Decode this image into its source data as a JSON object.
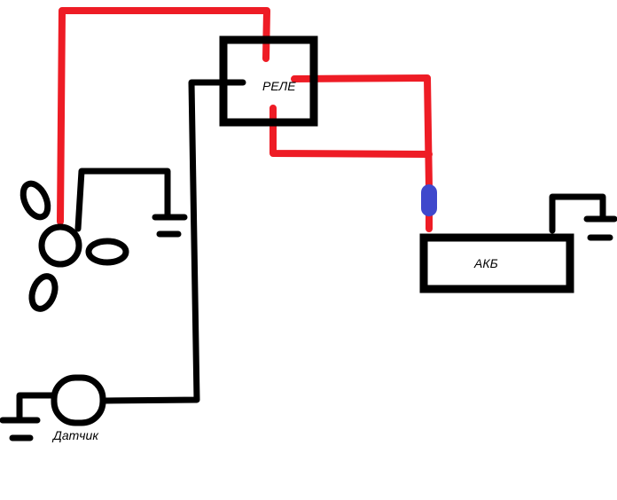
{
  "labels": {
    "relay": "РЕЛЕ",
    "battery": "АКБ",
    "sensor": "Датчик"
  },
  "components": {
    "relay": {
      "icon": "relay-box"
    },
    "battery": {
      "icon": "battery-box"
    },
    "sensor": {
      "icon": "sensor-circle"
    },
    "fan": {
      "icon": "fan-icon"
    },
    "fuse": {
      "icon": "fuse-icon"
    }
  },
  "colors": {
    "positive_wire": "#ee1c25",
    "ground_wire": "#000000",
    "fuse": "#3f48cc",
    "background": "#ffffff"
  }
}
